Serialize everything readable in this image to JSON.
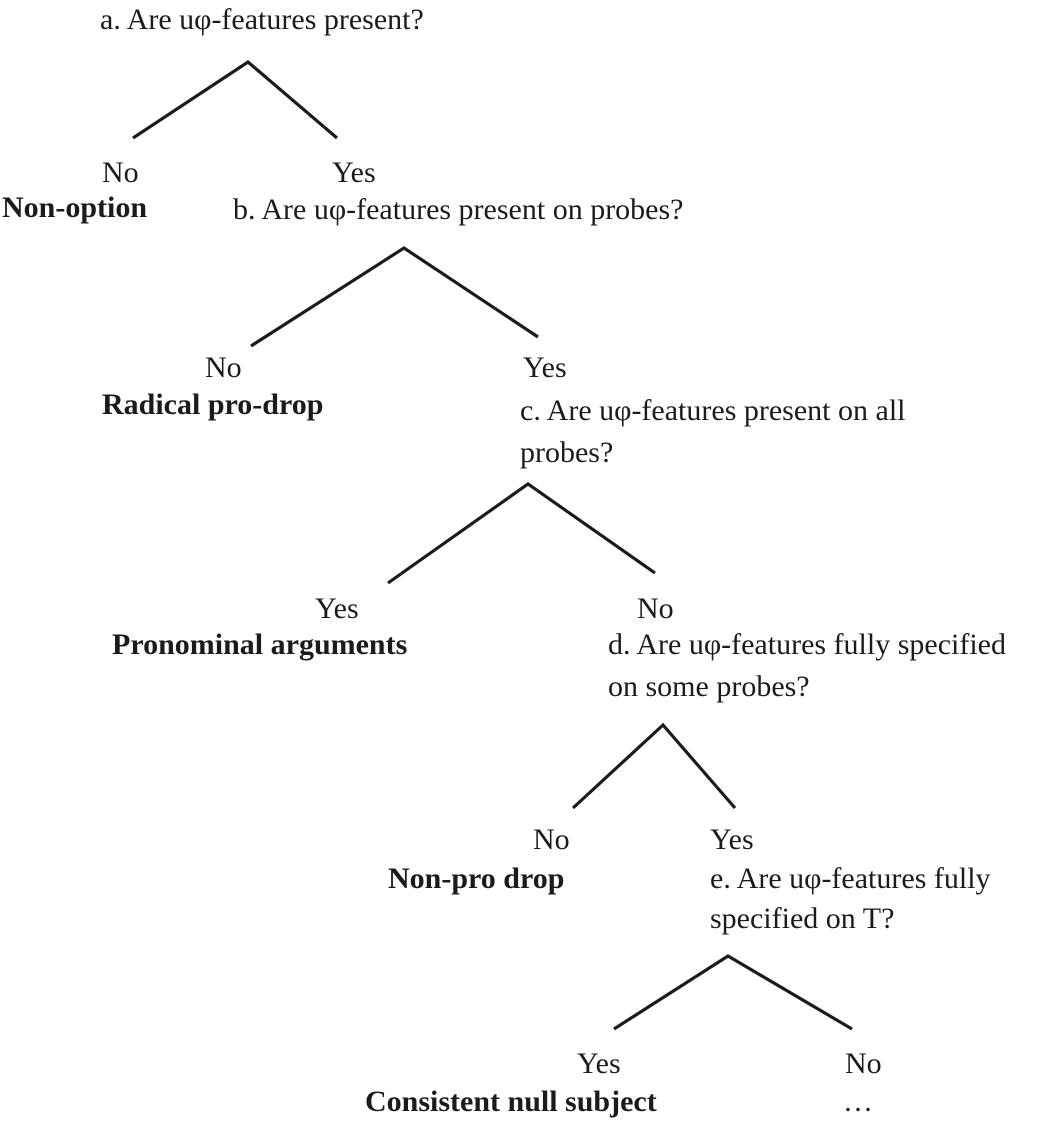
{
  "figure": {
    "background": "#ffffff",
    "line_color": "#1b1b1b",
    "text_color": "#1b1b1b"
  },
  "tree": {
    "type": "decision-tree",
    "nodes": [
      {
        "id": "a",
        "question_lines": [
          "a. Are uφ-features present?"
        ],
        "no_label": "No",
        "yes_label": "Yes",
        "no_result": "Non-option"
      },
      {
        "id": "b",
        "question_lines": [
          "b. Are uφ-features present on probes?"
        ],
        "no_label": "No",
        "yes_label": "Yes",
        "no_result": "Radical pro-drop"
      },
      {
        "id": "c",
        "question_lines": [
          "c. Are uφ-features present on all",
          "probes?"
        ],
        "yes_label": "Yes",
        "no_label": "No",
        "yes_result": "Pronominal arguments"
      },
      {
        "id": "d",
        "question_lines": [
          "d. Are uφ-features fully specified",
          "on some probes?"
        ],
        "no_label": "No",
        "yes_label": "Yes",
        "no_result": "Non-pro drop"
      },
      {
        "id": "e",
        "question_lines": [
          "e. Are uφ-features fully",
          "specified on T?"
        ],
        "yes_label": "Yes",
        "no_label": "No",
        "yes_result": "Consistent null subject",
        "no_result": "…"
      }
    ]
  }
}
